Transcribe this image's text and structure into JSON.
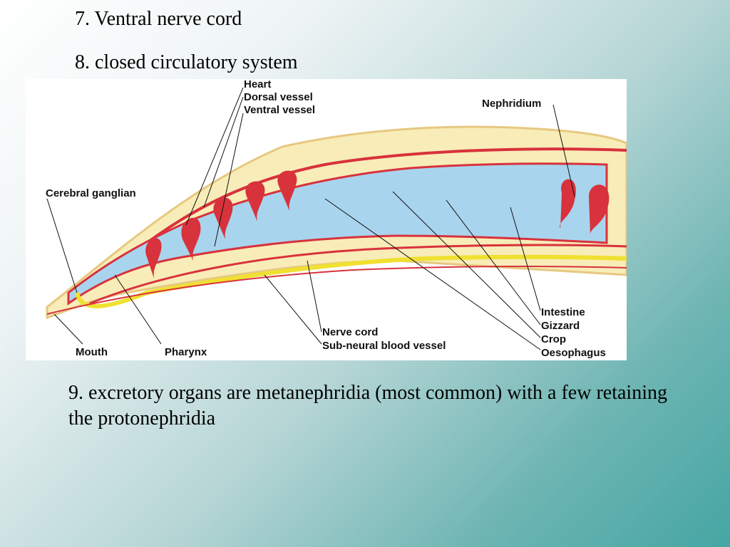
{
  "slide": {
    "lines": [
      "7. Ventral nerve cord",
      "8. closed circulatory system",
      "9. excretory organs are metanephridia (most common) with a few retaining the protonephridia"
    ]
  },
  "diagram": {
    "labels": {
      "heart": "Heart",
      "dorsal_vessel": "Dorsal vessel",
      "ventral_vessel": "Ventral vessel",
      "nephridium": "Nephridium",
      "cerebral_ganglian": "Cerebral ganglian",
      "intestine": "Intestine",
      "gizzard": "Gizzard",
      "crop": "Crop",
      "oesophagus": "Oesophagus",
      "nerve_cord": "Nerve cord",
      "sub_neural": "Sub-neural blood vessel",
      "mouth": "Mouth",
      "pharynx": "Pharynx"
    },
    "colors": {
      "body": "#f8ecb8",
      "gut": "#a9d4ee",
      "vessel": "#d8323c",
      "nerve": "#f0e030"
    }
  }
}
